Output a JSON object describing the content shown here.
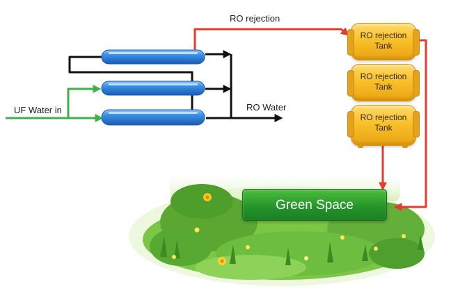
{
  "labels": {
    "ro_rejection": "RO rejection",
    "uf_water_in": "UF Water in",
    "ro_water": "RO Water"
  },
  "tanks": [
    {
      "label": "RO rejection\nTank"
    },
    {
      "label": "RO rejection\nTank"
    },
    {
      "label": "RO rejection\nTank"
    }
  ],
  "green_space": {
    "label": "Green Space"
  },
  "colors": {
    "feed_line": "#3bb54a",
    "permeate_line": "#111111",
    "reject_line": "#e63b2e",
    "membrane": "#2f7fd8",
    "tank": "#f5b82a",
    "green_space": "#2a9a30"
  },
  "icons": [
    "arrow-icon",
    "membrane-vessel-icon",
    "tank-icon",
    "grass-meadow-icon",
    "flower-icon"
  ]
}
